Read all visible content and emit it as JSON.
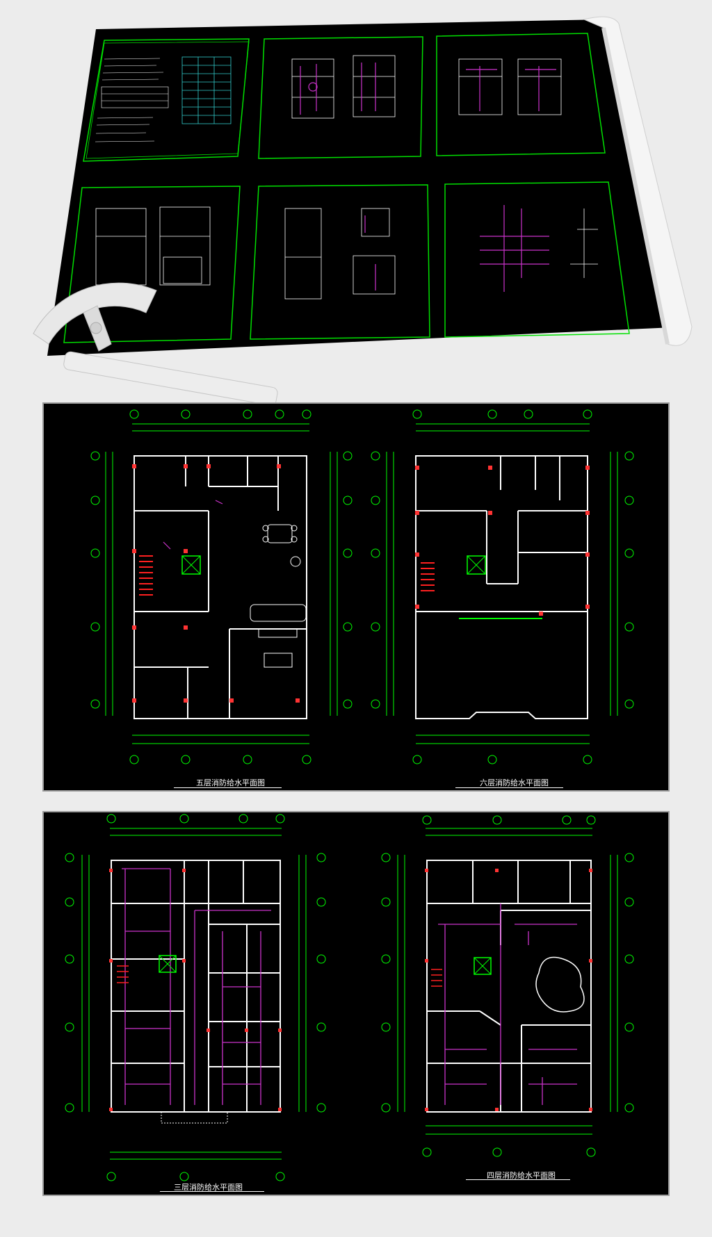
{
  "colors": {
    "background": "#ececec",
    "cad_background": "#000000",
    "wall": "#ffffff",
    "dimension": "#00ff00",
    "fire_pipe": "#cc33cc",
    "column": "#ff3333",
    "stair_red": "#ff2020",
    "cyan_table": "#33cccc"
  },
  "icons": {
    "roll_paper": "paper-roll-icon",
    "protractor": "protractor-icon"
  },
  "panels": {
    "top": {
      "title": "",
      "sheet_count": 6
    },
    "middle": {
      "left_caption": "五层消防给水平面图",
      "right_caption": "六层消防给水平面图"
    },
    "bottom": {
      "left_caption": "三层消防给水平面图",
      "right_caption": "四层消防给水平面图"
    }
  }
}
